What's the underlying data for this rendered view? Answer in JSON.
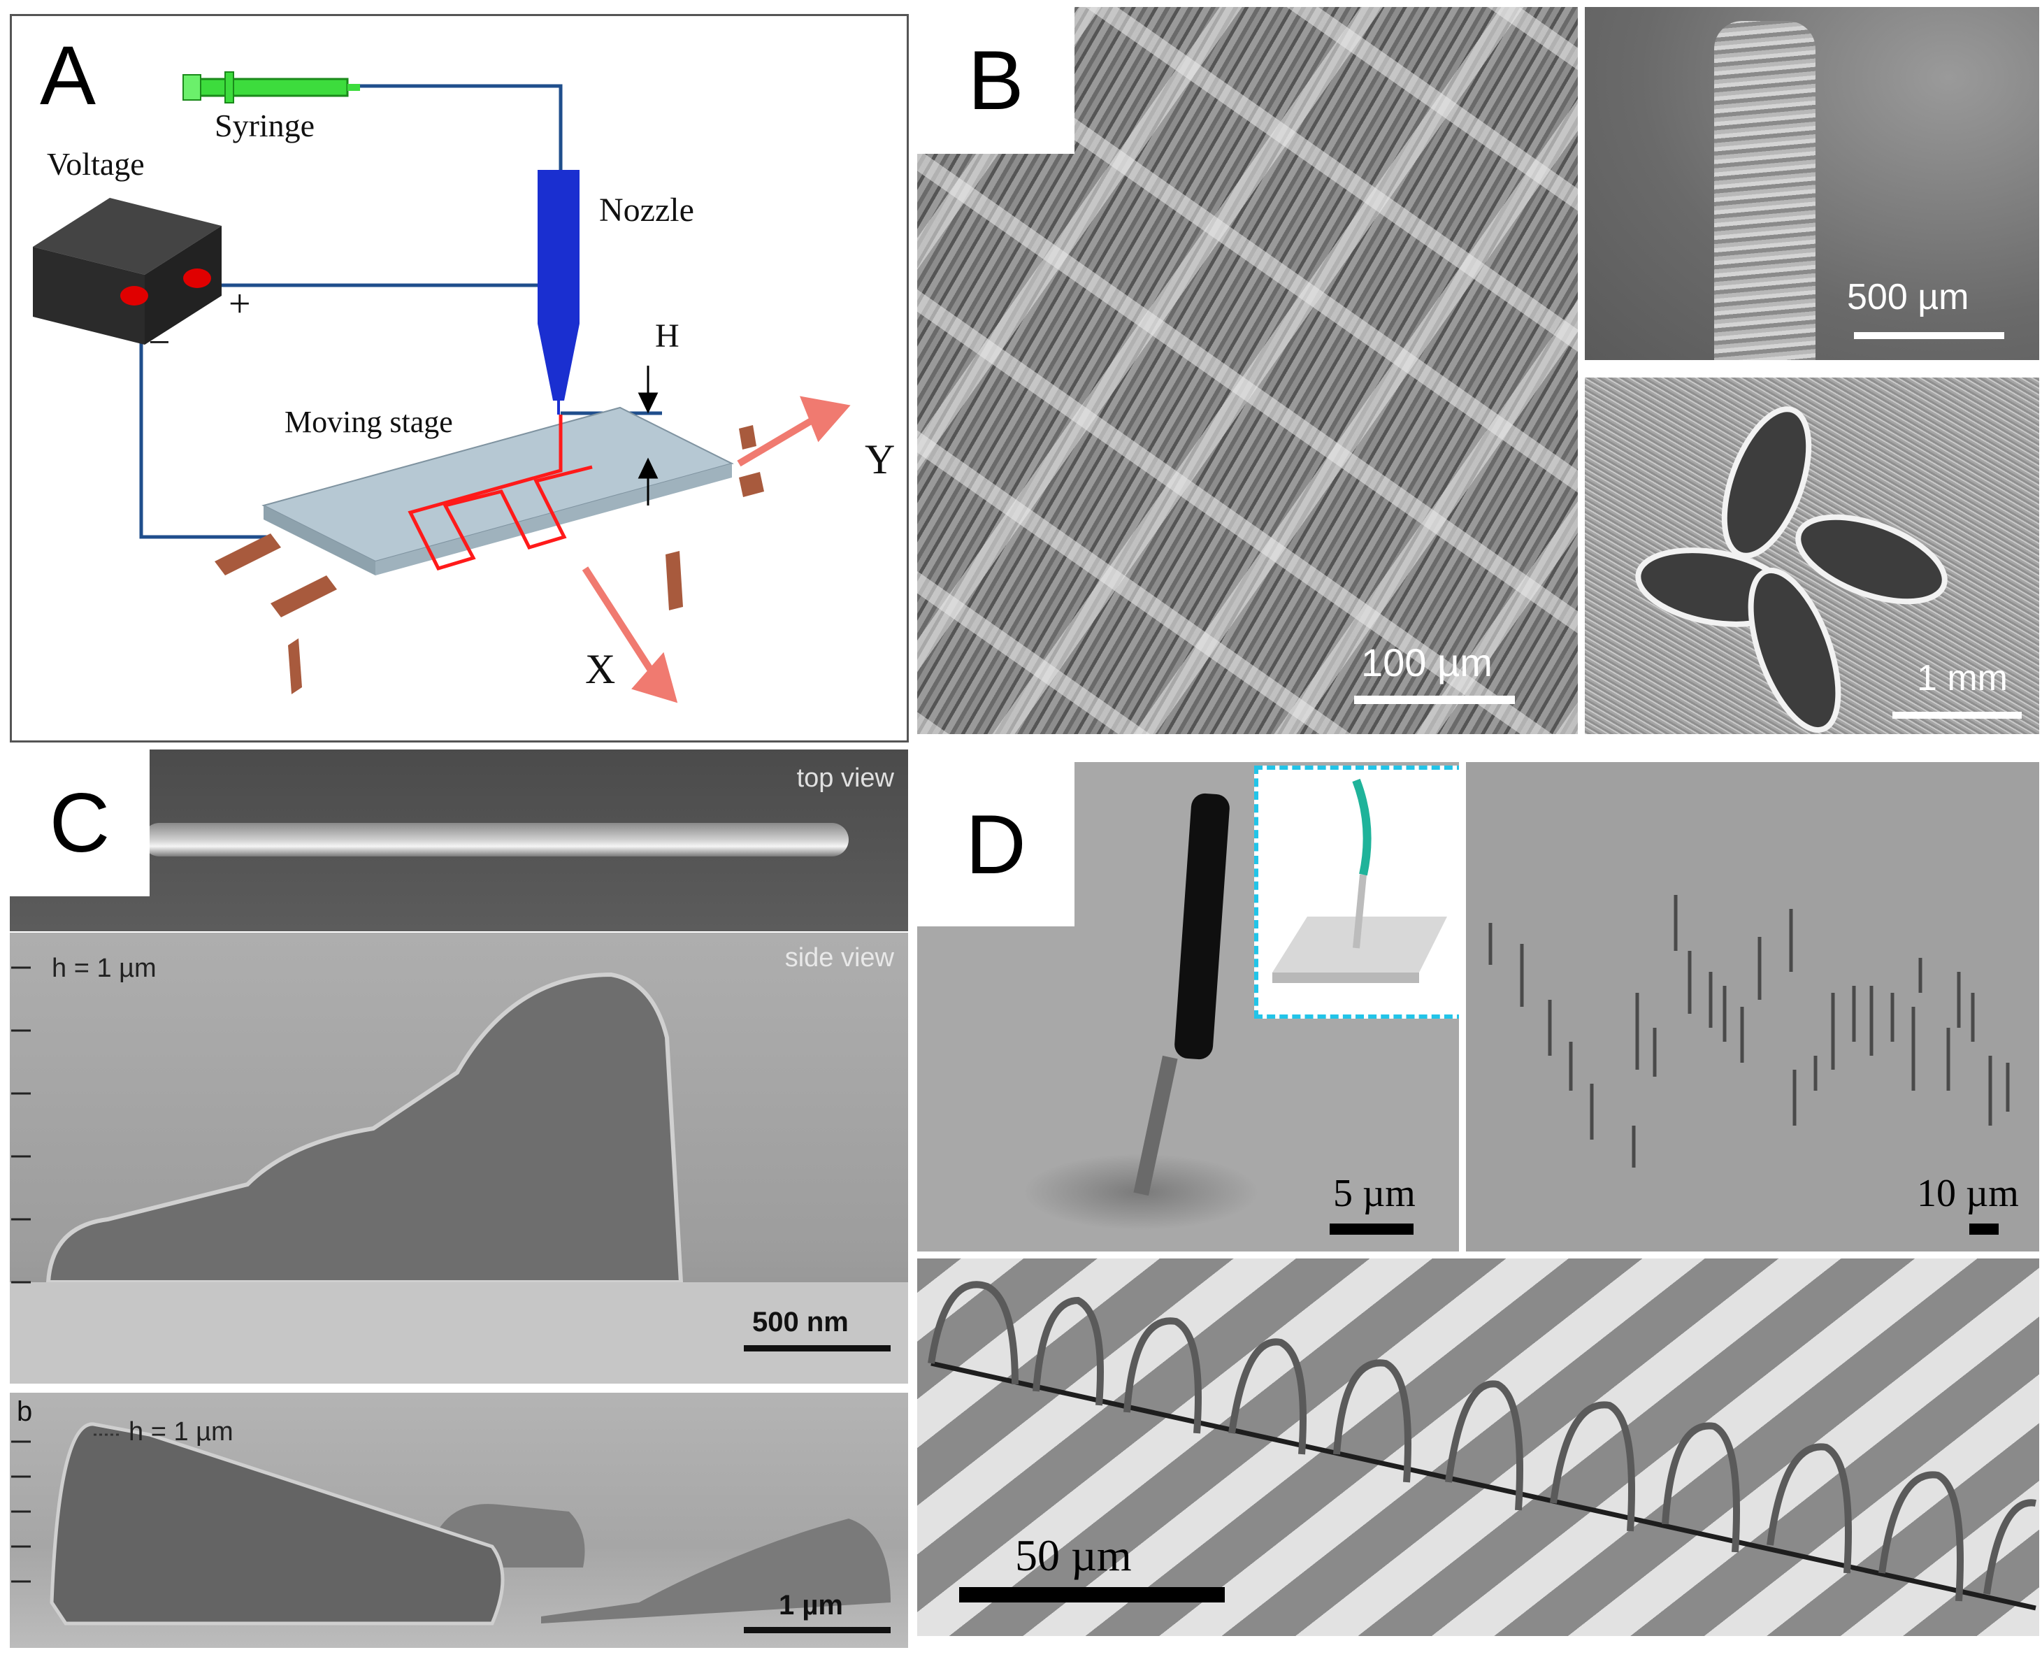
{
  "figure": {
    "panels": {
      "A": {
        "letter": "A",
        "labels": {
          "syringe": "Syringe",
          "voltage": "Voltage",
          "nozzle": "Nozzle",
          "moving_stage": "Moving stage",
          "plus": "+",
          "minus": "−",
          "h": "H",
          "x": "X",
          "y": "Y"
        }
      },
      "B": {
        "letter": "B",
        "scale_bars": {
          "main": "100 µm",
          "top_right": "500 µm",
          "bottom_right": "1 mm"
        }
      },
      "C": {
        "letter": "C",
        "top_view": "top view",
        "side_view": "side view",
        "h_label_1": "h = 1 µm",
        "scale_bar_1": "500 nm",
        "sub_b": "b",
        "h_label_2": "h = 1 µm",
        "scale_bar_2": "1 µm"
      },
      "D": {
        "letter": "D",
        "scale_bars": {
          "left": "5 µm",
          "right": "10 µm",
          "bottom": "50 µm"
        }
      }
    },
    "colors": {
      "wire": "#1f4e8c",
      "nozzle": "#1a2fd0",
      "syringe": "#3ddc3d",
      "stage": "#b6c8d3",
      "rails": "#a85a3d",
      "path": "#ff1a1a",
      "arrow": "#f07a70",
      "inset_border": "#22c4e8",
      "inset_fiber": "#1fb39a"
    }
  }
}
